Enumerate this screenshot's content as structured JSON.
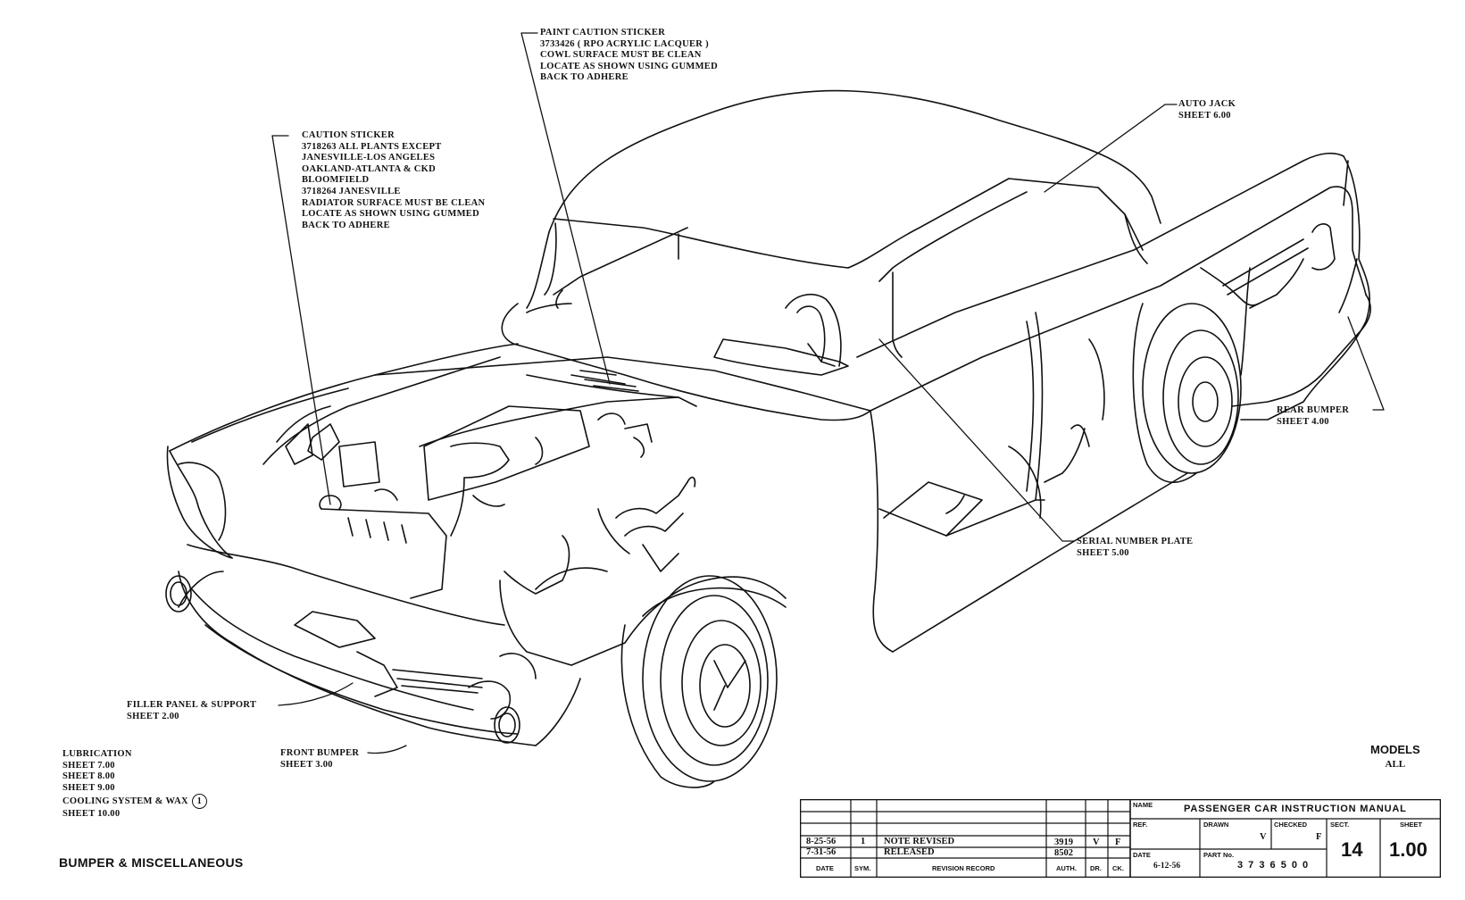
{
  "drawing": {
    "subject": "1957 Chevrolet passenger car, cutaway perspective view"
  },
  "callouts": {
    "paint_caution": {
      "lines": [
        "PAINT CAUTION STICKER",
        "3733426 ( RPO ACRYLIC LACQUER )",
        "COWL SURFACE MUST BE CLEAN",
        "LOCATE AS SHOWN USING GUMMED",
        "BACK TO ADHERE"
      ]
    },
    "caution_sticker": {
      "lines": [
        "CAUTION STICKER",
        "3718263 ALL PLANTS EXCEPT",
        "JANESVILLE-LOS ANGELES",
        "OAKLAND-ATLANTA & CKD",
        "BLOOMFIELD",
        "3718264 JANESVILLE",
        "RADIATOR SURFACE MUST BE CLEAN",
        "LOCATE AS SHOWN USING GUMMED",
        "BACK TO ADHERE"
      ]
    },
    "auto_jack": {
      "lines": [
        "AUTO JACK",
        "SHEET 6.00"
      ]
    },
    "rear_bumper": {
      "lines": [
        "REAR BUMPER",
        "SHEET 4.00"
      ]
    },
    "serial_plate": {
      "lines": [
        "SERIAL NUMBER PLATE",
        "SHEET 5.00"
      ]
    },
    "filler_panel": {
      "lines": [
        "FILLER PANEL & SUPPORT",
        "SHEET 2.00"
      ]
    },
    "front_bumper": {
      "lines": [
        "FRONT BUMPER",
        "SHEET 3.00"
      ]
    }
  },
  "lubrication": {
    "lines": [
      "LUBRICATION",
      "SHEET 7.00",
      "SHEET 8.00",
      "SHEET 9.00"
    ],
    "cooling_label": "COOLING SYSTEM & WAX",
    "cooling_symbol": "1",
    "cooling_sheet": "SHEET 10.00"
  },
  "section_title": "BUMPER & MISCELLANEOUS",
  "models": {
    "label": "MODELS",
    "value": "ALL"
  },
  "revision_record": {
    "headers": {
      "date": "DATE",
      "sym": "SYM.",
      "record": "REVISION RECORD",
      "auth": "AUTH.",
      "dr": "DR.",
      "ck": "CK."
    },
    "rows": [
      {
        "date": "8-25-56",
        "sym": "1",
        "record": "NOTE REVISED",
        "auth": "3919",
        "dr": "V",
        "ck": "F"
      },
      {
        "date": "7-31-56",
        "sym": "",
        "record": "RELEASED",
        "auth": "8502",
        "dr": "",
        "ck": ""
      }
    ]
  },
  "title_block": {
    "name_label": "NAME",
    "name_value": "PASSENGER CAR INSTRUCTION MANUAL",
    "ref_label": "REF.",
    "drawn_label": "DRAWN",
    "drawn_value": "V",
    "checked_label": "CHECKED",
    "checked_value": "F",
    "sect_label": "SECT.",
    "sect_value": "14",
    "sheet_label": "SHEET",
    "sheet_value": "1.00",
    "date_label": "DATE",
    "date_value": "6-12-56",
    "part_label": "PART No.",
    "part_value": "3 7 3 6 5 0 0"
  }
}
